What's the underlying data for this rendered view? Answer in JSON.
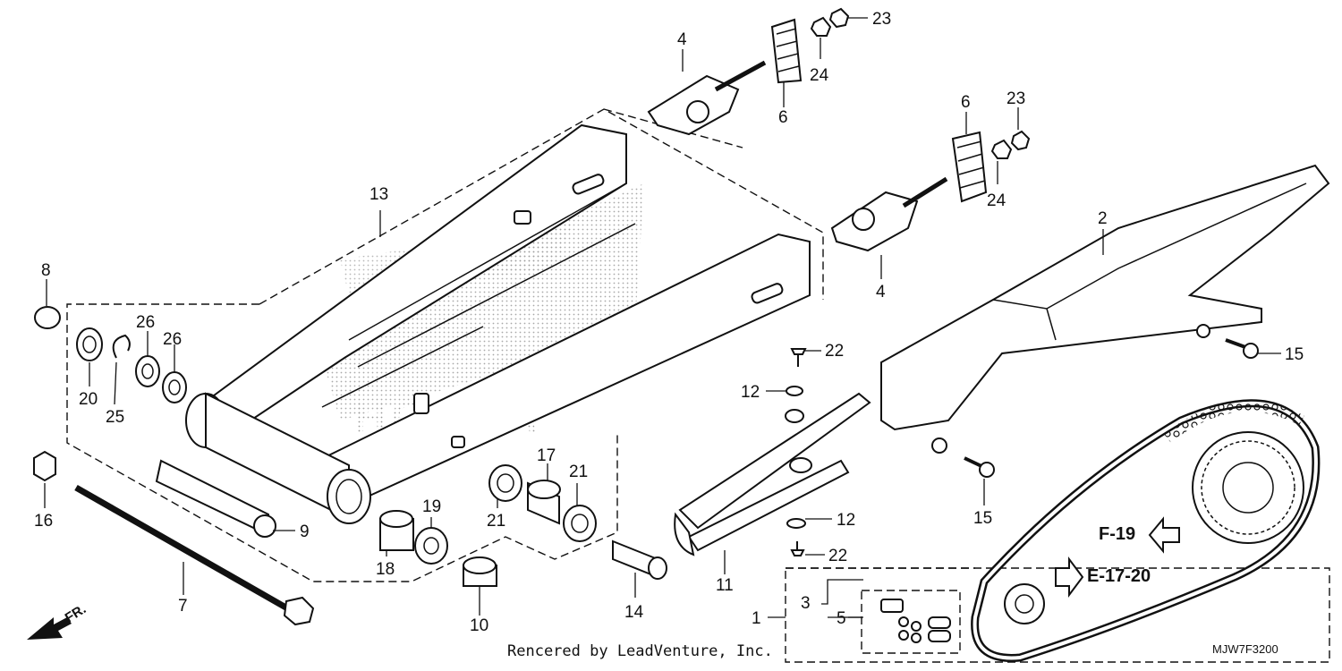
{
  "diagram": {
    "callouts": [
      "1",
      "2",
      "3",
      "4",
      "4",
      "5",
      "6",
      "6",
      "7",
      "8",
      "9",
      "10",
      "11",
      "12",
      "12",
      "13",
      "14",
      "15",
      "15",
      "16",
      "17",
      "18",
      "19",
      "20",
      "21",
      "21",
      "22",
      "22",
      "23",
      "23",
      "24",
      "24",
      "25",
      "26",
      "26"
    ],
    "references": {
      "f19": "F-19",
      "e1720": "E-17-20",
      "front": "FR."
    },
    "credit": "Rencered by LeadVenture, Inc.",
    "diagram_code": "MJW7F3200"
  },
  "colors": {
    "ink": "#111111",
    "background": "#ffffff",
    "watermark": "#b9b9b9"
  },
  "icons": [
    "front-direction-arrow-icon",
    "reference-arrow-icon"
  ]
}
